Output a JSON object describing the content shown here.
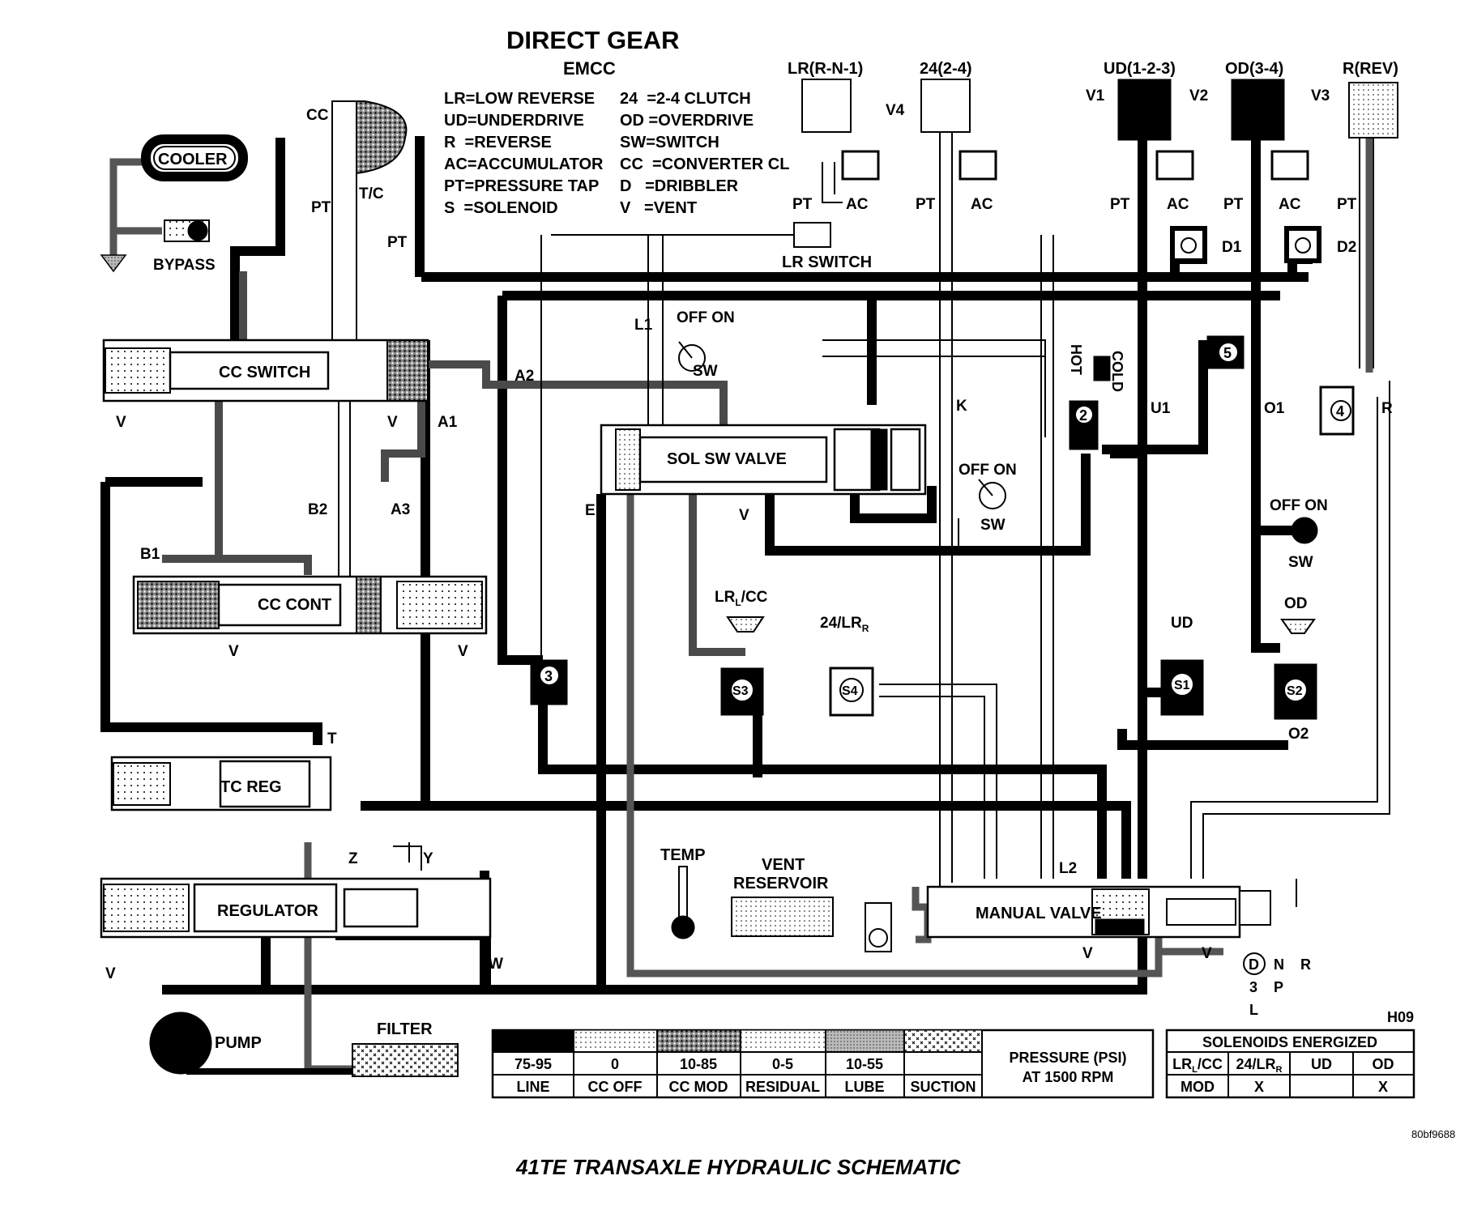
{
  "header": {
    "title": "DIRECT GEAR",
    "subtitle": "EMCC",
    "figure_code": "H09",
    "image_ref": "80bf9688",
    "caption": "41TE TRANSAXLE HYDRAULIC SCHEMATIC"
  },
  "legend_abbrev": [
    "LR=LOW REVERSE",
    "UD=UNDERDRIVE",
    "R  =REVERSE",
    "AC=ACCUMULATOR",
    "PT=PRESSURE TAP",
    "S  =SOLENOID",
    "24  =2-4 CLUTCH",
    "OD =OVERDRIVE",
    "SW=SWITCH",
    "CC  =CONVERTER CL",
    "D   =DRIBBLER",
    "V   =VENT"
  ],
  "clutches": {
    "lr": "LR(R-N-1)",
    "c24": "24(2-4)",
    "ud": "UD(1-2-3)",
    "od": "OD(3-4)",
    "rev": "R(REV)"
  },
  "components": {
    "cooler": "COOLER",
    "bypass": "BYPASS",
    "cc_switch": "CC SWITCH",
    "tc": "T/C",
    "cc_cont": "CC CONT",
    "tc_reg": "TC REG",
    "regulator": "REGULATOR",
    "pump": "PUMP",
    "filter": "FILTER",
    "sol_sw_valve": "SOL SW VALVE",
    "lr_switch": "LR SWITCH",
    "manual_valve": "MANUAL VALVE",
    "temp": "TEMP",
    "vent_reservoir_1": "VENT",
    "vent_reservoir_2": "RESERVOIR",
    "hot": "HOT",
    "cold": "COLD",
    "s1": "S1",
    "s2": "S2",
    "s3": "S3",
    "s4": "S4",
    "lr_cc_sol": "LR",
    "lr_cc_sub": "L",
    "lr_cc_tail": "/CC",
    "sol_24lr": "24/LR",
    "sol_24lr_sub": "R",
    "ud_sol": "UD",
    "od_sol": "OD",
    "switch_label": "OFF ON",
    "sw": "SW",
    "d1": "D1",
    "d2": "D2",
    "num_2": "2",
    "num_3": "3",
    "num_4": "4",
    "num_5": "5"
  },
  "passage_labels": {
    "cc": "CC",
    "pt": "PT",
    "ac": "AC",
    "v": "V",
    "v1": "V1",
    "v2": "V2",
    "v3": "V3",
    "v4": "V4",
    "a1": "A1",
    "a2": "A2",
    "a3": "A3",
    "b1": "B1",
    "b2": "B2",
    "l1": "L1",
    "l2": "L2",
    "e": "E",
    "k": "K",
    "u1": "U1",
    "o1": "O1",
    "o2": "O2",
    "r": "R",
    "t": "T",
    "w": "W",
    "y": "Y",
    "z": "Z"
  },
  "gear_selector": [
    "D",
    "3",
    "L",
    "N",
    "P",
    "R"
  ],
  "pressure_legend": {
    "title_1": "PRESSURE (PSI)",
    "title_2": "AT 1500 RPM",
    "values": [
      "75-95",
      "0",
      "10-85",
      "0-5",
      "10-55",
      ""
    ],
    "labels": [
      "LINE",
      "CC OFF",
      "CC MOD",
      "RESIDUAL",
      "LUBE",
      "SUCTION"
    ]
  },
  "solenoids_table": {
    "title": "SOLENOIDS ENERGIZED",
    "head_1": "LR",
    "head_1_sub": "L",
    "head_1_tail": "/CC",
    "head_2": "24/LR",
    "head_2_sub": "R",
    "head_3": "UD",
    "head_4": "OD",
    "row": [
      "MOD",
      "X",
      "",
      "X"
    ]
  }
}
